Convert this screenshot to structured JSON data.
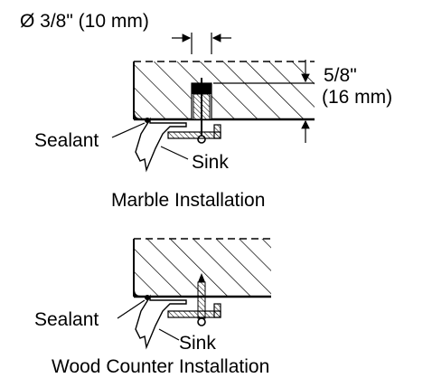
{
  "colors": {
    "ink": "#000000",
    "background": "#ffffff"
  },
  "marble": {
    "hole_diameter_label": "Ø 3/8\" (10 mm)",
    "depth_label_line1": "5/8\"",
    "depth_label_line2": "(16 mm)",
    "sealant_label": "Sealant",
    "sink_label": "Sink",
    "caption": "Marble Installation"
  },
  "wood": {
    "sealant_label": "Sealant",
    "sink_label": "Sink",
    "caption": "Wood Counter Installation"
  }
}
